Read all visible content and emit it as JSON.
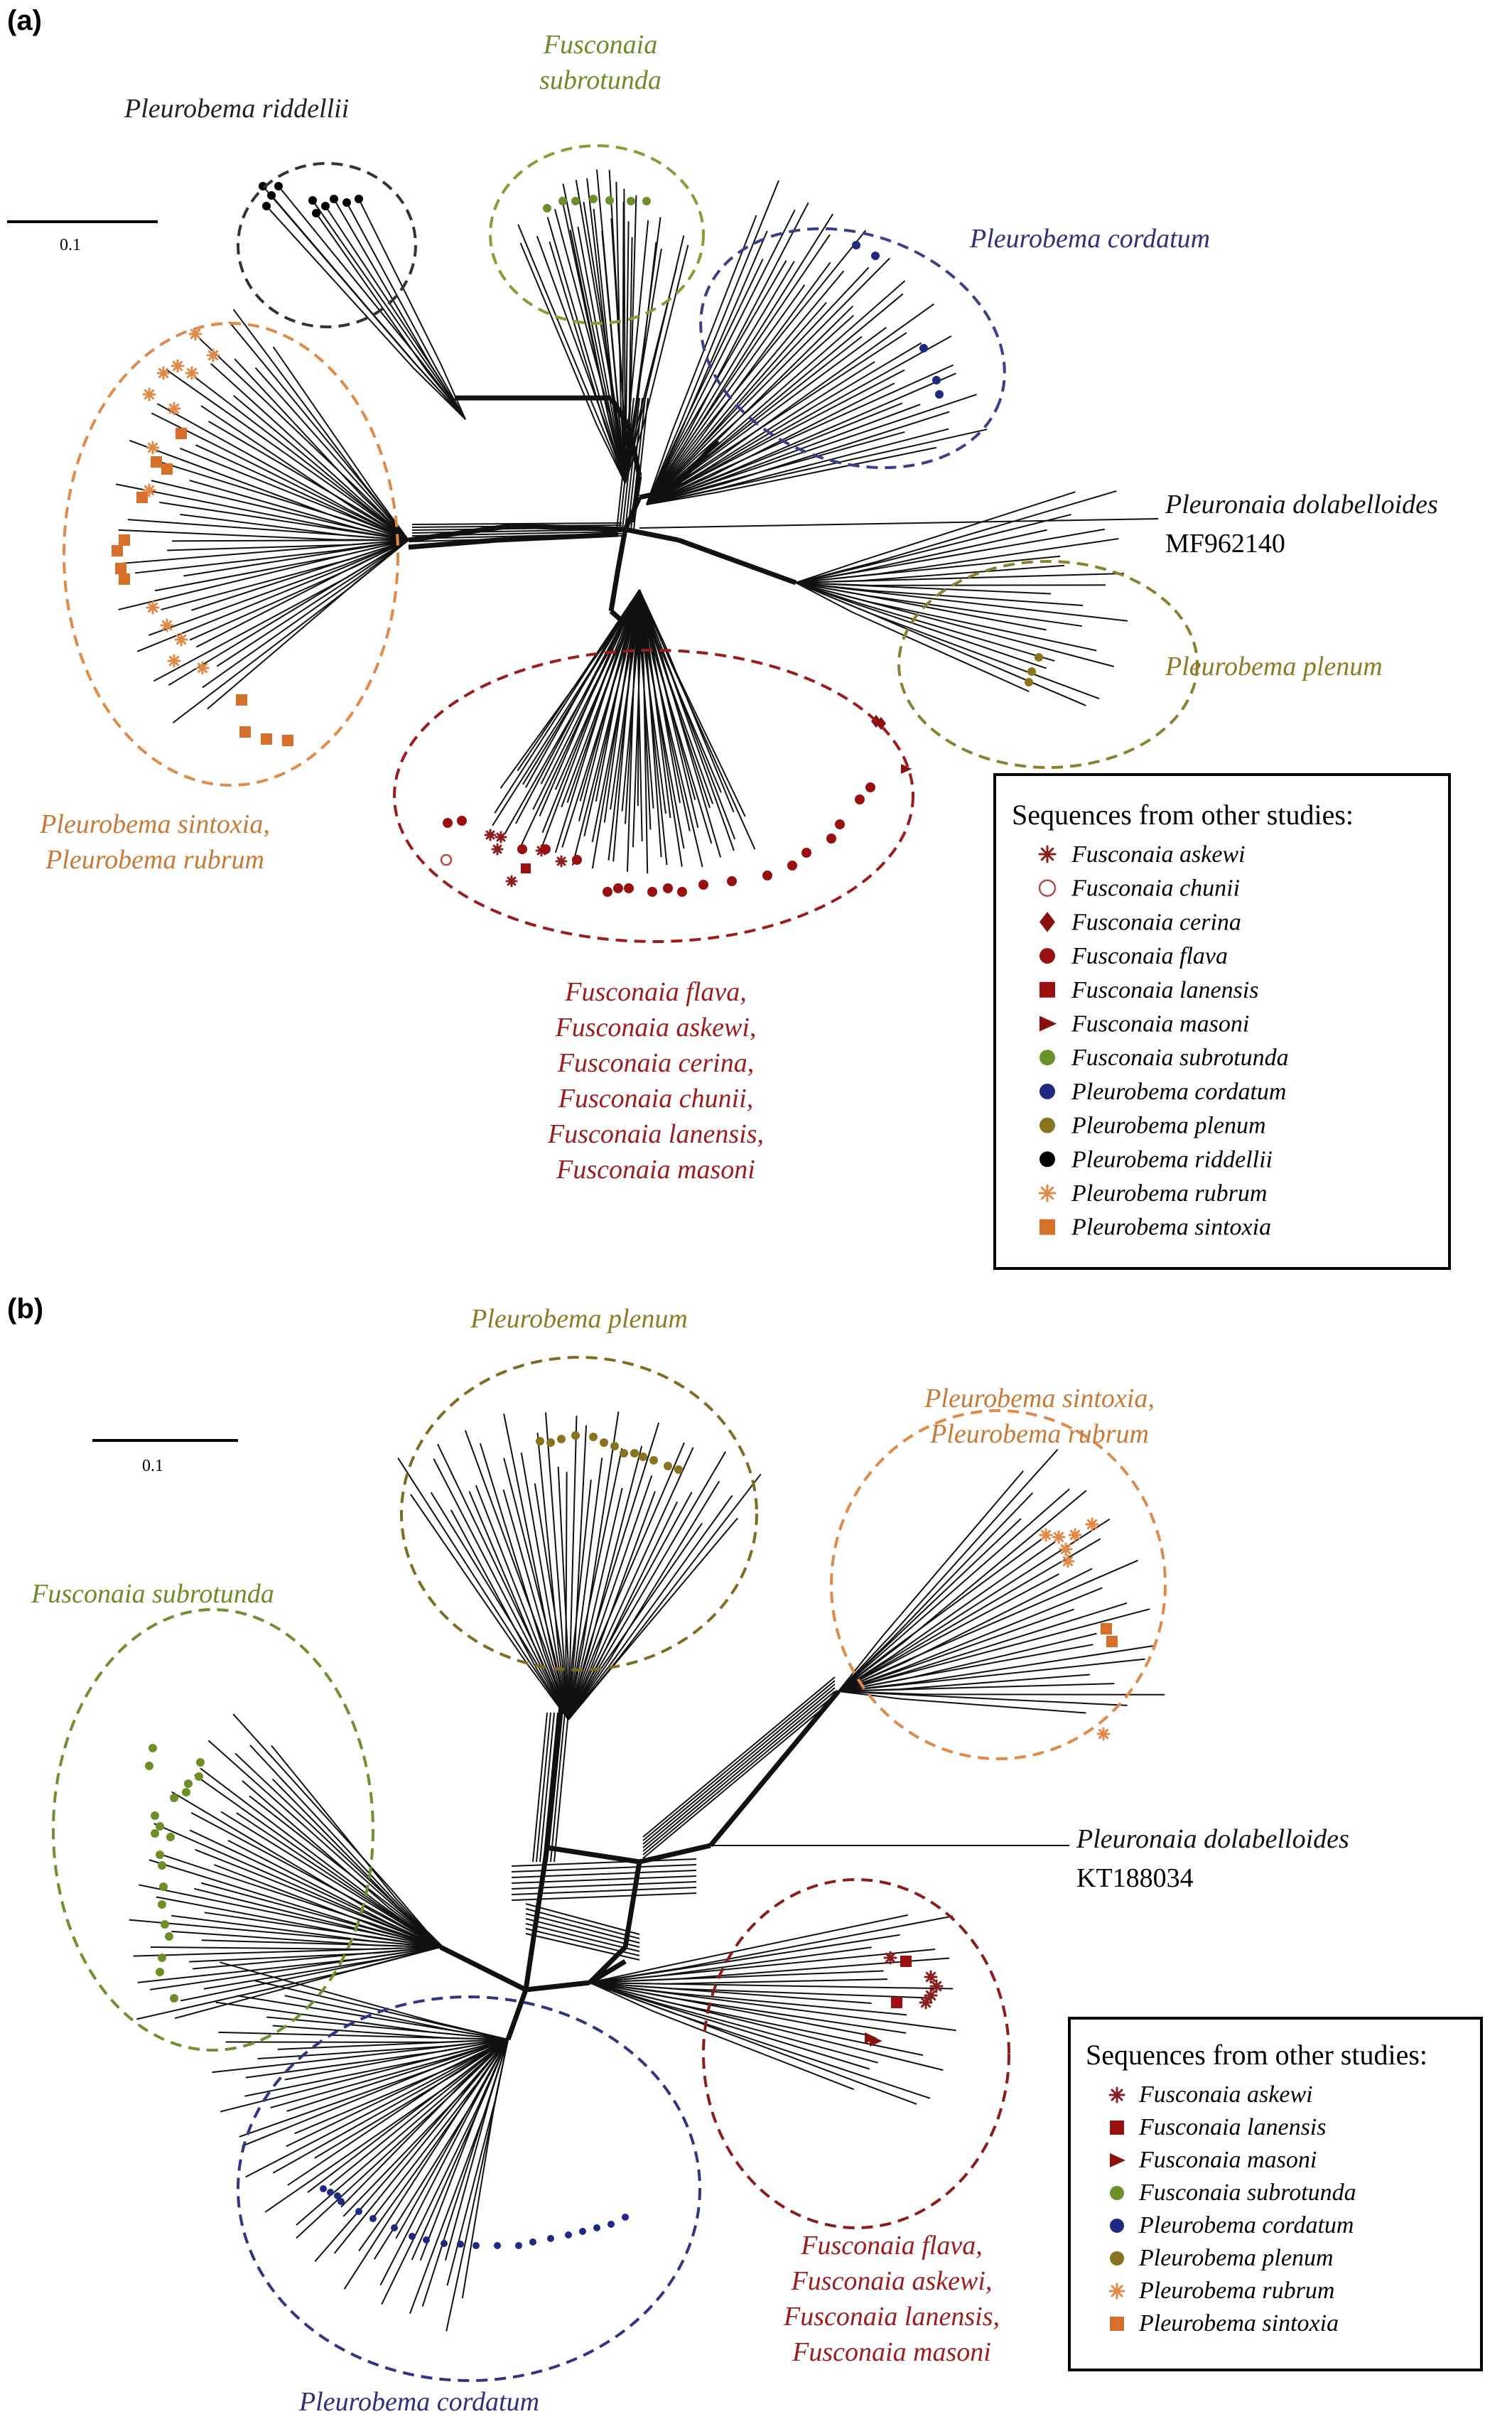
{
  "colors": {
    "askewi": "#8a1f1f",
    "chunii": "#b54a4a",
    "cerina": "#8a1010",
    "flava": "#9a1010",
    "lanensis": "#9a1010",
    "masoni": "#8a1010",
    "subrotunda": "#6c8f2a",
    "cordatum": "#1e2a80",
    "plenum": "#8a7320",
    "riddellii": "#000000",
    "rubrum": "#e08a4a",
    "sintoxia": "#d56f2a",
    "redText": "#9b1c1c",
    "greenText": "#6b8c27",
    "blueText": "#2f2f7a",
    "oliveText": "#8f7a24",
    "orangeText": "#c77a35",
    "darkText": "#222222"
  },
  "panel_a": {
    "letter": "(a)",
    "scale_label": "0.1",
    "clades": {
      "riddellii": "Pleurobema riddellii",
      "subrotunda_line1": "Fusconaia",
      "subrotunda_line2": "subrotunda",
      "cordatum": "Pleurobema cordatum",
      "outgroup_name": "Pleuronaia dolabelloides",
      "outgroup_acc": "MF962140",
      "plenum": "Pleurobema plenum",
      "sintoxia_line1": "Pleurobema sintoxia,",
      "sintoxia_line2": "Pleurobema rubrum",
      "fusc_lines": [
        "Fusconaia flava,",
        "Fusconaia askewi,",
        "Fusconaia cerina,",
        "Fusconaia chunii,",
        "Fusconaia lanensis,",
        "Fusconaia masoni"
      ]
    },
    "legend": {
      "title": "Sequences from other studies:",
      "items": [
        {
          "symbol": "asterisk",
          "color_key": "askewi",
          "label": "Fusconaia askewi"
        },
        {
          "symbol": "open-circle",
          "color_key": "chunii",
          "label": "Fusconaia chunii"
        },
        {
          "symbol": "diamond",
          "color_key": "cerina",
          "label": "Fusconaia cerina"
        },
        {
          "symbol": "circle",
          "color_key": "flava",
          "label": "Fusconaia flava"
        },
        {
          "symbol": "square",
          "color_key": "lanensis",
          "label": "Fusconaia lanensis"
        },
        {
          "symbol": "triangle",
          "color_key": "masoni",
          "label": "Fusconaia masoni"
        },
        {
          "symbol": "circle",
          "color_key": "subrotunda",
          "label": "Fusconaia subrotunda"
        },
        {
          "symbol": "circle",
          "color_key": "cordatum",
          "label": "Pleurobema cordatum"
        },
        {
          "symbol": "circle",
          "color_key": "plenum",
          "label": "Pleurobema plenum"
        },
        {
          "symbol": "circle",
          "color_key": "riddellii",
          "label": "Pleurobema riddellii"
        },
        {
          "symbol": "asterisk",
          "color_key": "rubrum",
          "label": "Pleurobema rubrum"
        },
        {
          "symbol": "square",
          "color_key": "sintoxia",
          "label": "Pleurobema sintoxia"
        }
      ]
    }
  },
  "panel_b": {
    "letter": "(b)",
    "scale_label": "0.1",
    "clades": {
      "plenum": "Pleurobema plenum",
      "sintoxia_line1": "Pleurobema sintoxia,",
      "sintoxia_line2": "Pleurobema rubrum",
      "subrotunda": "Fusconaia subrotunda",
      "outgroup_name": "Pleuronaia dolabelloides",
      "outgroup_acc": "KT188034",
      "cordatum": "Pleurobema cordatum",
      "fusc_lines": [
        "Fusconaia flava,",
        "Fusconaia askewi,",
        "Fusconaia lanensis,",
        "Fusconaia masoni"
      ]
    },
    "legend": {
      "title": "Sequences from other studies:",
      "items": [
        {
          "symbol": "asterisk",
          "color_key": "askewi",
          "label": "Fusconaia askewi"
        },
        {
          "symbol": "square",
          "color_key": "lanensis",
          "label": "Fusconaia lanensis"
        },
        {
          "symbol": "triangle",
          "color_key": "masoni",
          "label": "Fusconaia masoni"
        },
        {
          "symbol": "circle",
          "color_key": "subrotunda",
          "label": "Fusconaia subrotunda"
        },
        {
          "symbol": "circle",
          "color_key": "cordatum",
          "label": "Pleurobema cordatum"
        },
        {
          "symbol": "circle",
          "color_key": "plenum",
          "label": "Pleurobema plenum"
        },
        {
          "symbol": "asterisk",
          "color_key": "rubrum",
          "label": "Pleurobema rubrum"
        },
        {
          "symbol": "square",
          "color_key": "sintoxia",
          "label": "Pleurobema sintoxia"
        }
      ]
    }
  }
}
